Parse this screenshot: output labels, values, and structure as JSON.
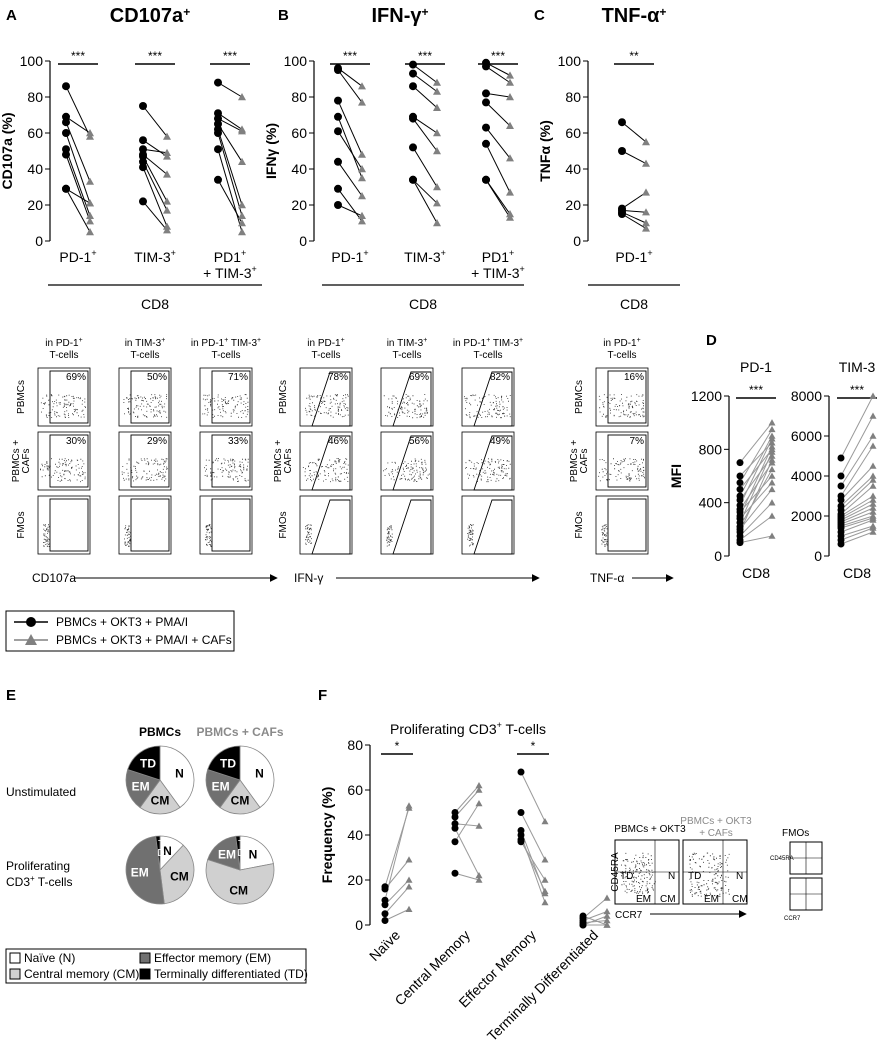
{
  "colors": {
    "baseline": "#000000",
    "caf": "#808080",
    "n": "#ffffff",
    "cm": "#d0d0d0",
    "em": "#707070",
    "td": "#000000",
    "caf_text": "#8a8a8a"
  },
  "panels": {
    "A": "A",
    "B": "B",
    "C": "C",
    "D": "D",
    "E": "E",
    "F": "F"
  },
  "cd8": "CD8",
  "legend": {
    "baseline": "PBMCs + OKT3 + PMA/I",
    "caf": "PBMCs + OKT3 + PMA/I + CAFs"
  },
  "flow": {
    "row_labels": {
      "pbmcs": "PBMCs",
      "pbmcs_cafs_1": "PBMCs +",
      "pbmcs_cafs_2": "CAFs",
      "fmos": "FMOs"
    },
    "gate_headers": {
      "pd1": {
        "l1": "in PD-1",
        "l2": "T-cells"
      },
      "tim3": {
        "l1": "in TIM-3",
        "l2": "T-cells"
      },
      "double": {
        "l1": "in PD-1",
        "l1b": " TIM-3",
        "l2": "T-cells"
      }
    },
    "sup_plus": "+",
    "A": {
      "axis": "CD107a",
      "pcts": [
        [
          "69%",
          "30%"
        ],
        [
          "50%",
          "29%"
        ],
        [
          "71%",
          "33%"
        ]
      ]
    },
    "B": {
      "axis": "IFN-γ",
      "pcts": [
        [
          "78%",
          "46%"
        ],
        [
          "69%",
          "56%"
        ],
        [
          "82%",
          "49%"
        ]
      ]
    },
    "C": {
      "axis": "TNF-α",
      "pcts": [
        [
          "16%",
          "7%"
        ]
      ]
    }
  },
  "pies": {
    "col_baseline": "PBMCs",
    "col_caf": "PBMCs + CAFs",
    "row1": "Unstimulated",
    "row2_a": "Proliferating",
    "row2_b": "CD3",
    "row2_c": " T-cells",
    "sup_plus": "+",
    "seg_labels": {
      "N": "N",
      "CM": "CM",
      "EM": "EM",
      "TD": "TD",
      "TD_small_1": "T",
      "TD_small_2": "D"
    },
    "legend": {
      "N": "Naïve (N)",
      "CM": "Central memory (CM)",
      "EM": "Effector memory (EM)",
      "TD": "Terminally differentiated (TD)"
    }
  },
  "panelF_flow": {
    "title_left": "PBMCs + OKT3",
    "title_right_1": "PBMCs + OKT3",
    "title_right_2": "+ CAFs",
    "fmos": "FMOs",
    "y_axis": "CD45RA",
    "x_axis": "CCR7",
    "quad": {
      "TD": "TD",
      "N": "N",
      "EM": "EM",
      "CM": "CM"
    }
  },
  "chart_data": [
    {
      "type": "scatter",
      "panel": "A",
      "title": "CD107a",
      "title_sup": "+",
      "ylabel": "CD107a (%)",
      "ylim": [
        0,
        100
      ],
      "yticks": [
        0,
        20,
        40,
        60,
        80,
        100
      ],
      "group_label": "CD8",
      "groups": [
        {
          "l1": "PD-1",
          "l1_sup": "+",
          "l2": "",
          "l2_sup": "",
          "sig": "***",
          "pairs": [
            [
              86,
              58
            ],
            [
              69,
              60
            ],
            [
              66,
              33
            ],
            [
              60,
              21
            ],
            [
              51,
              14
            ],
            [
              48,
              11
            ],
            [
              29,
              5
            ],
            [
              29,
              21
            ]
          ]
        },
        {
          "l1": "TIM-3",
          "l1_sup": "+",
          "l2": "",
          "l2_sup": "",
          "sig": "***",
          "pairs": [
            [
              75,
              58
            ],
            [
              56,
              47
            ],
            [
              51,
              49
            ],
            [
              48,
              37
            ],
            [
              47,
              22
            ],
            [
              44,
              17
            ],
            [
              41,
              8
            ],
            [
              22,
              6
            ]
          ]
        },
        {
          "l1": "PD1",
          "l1_sup": "+",
          "l2": "+ TIM-3",
          "l2_sup": "+",
          "sig": "***",
          "pairs": [
            [
              88,
              80
            ],
            [
              71,
              62
            ],
            [
              68,
              61
            ],
            [
              65,
              44
            ],
            [
              62,
              20
            ],
            [
              60,
              14
            ],
            [
              51,
              5
            ],
            [
              34,
              10
            ]
          ]
        }
      ]
    },
    {
      "type": "scatter",
      "panel": "B",
      "title": "IFN-γ",
      "title_sup": "+",
      "ylabel": "IFNγ (%)",
      "ylim": [
        0,
        100
      ],
      "yticks": [
        0,
        20,
        40,
        60,
        80,
        100
      ],
      "group_label": "CD8",
      "groups": [
        {
          "l1": "PD-1",
          "l1_sup": "+",
          "l2": "",
          "l2_sup": "",
          "sig": "***",
          "pairs": [
            [
              96,
              86
            ],
            [
              95,
              77
            ],
            [
              78,
              48
            ],
            [
              69,
              35
            ],
            [
              61,
              40
            ],
            [
              44,
              25
            ],
            [
              29,
              11
            ],
            [
              20,
              14
            ]
          ]
        },
        {
          "l1": "TIM-3",
          "l1_sup": "+",
          "l2": "",
          "l2_sup": "",
          "sig": "***",
          "pairs": [
            [
              98,
              88
            ],
            [
              93,
              83
            ],
            [
              86,
              74
            ],
            [
              69,
              60
            ],
            [
              68,
              50
            ],
            [
              52,
              30
            ],
            [
              34,
              21
            ],
            [
              34,
              10
            ]
          ]
        },
        {
          "l1": "PD1",
          "l1_sup": "+",
          "l2": "+ TIM-3",
          "l2_sup": "+",
          "sig": "***",
          "pairs": [
            [
              99,
              92
            ],
            [
              97,
              88
            ],
            [
              82,
              80
            ],
            [
              77,
              64
            ],
            [
              63,
              46
            ],
            [
              54,
              27
            ],
            [
              34,
              15
            ],
            [
              34,
              13
            ]
          ]
        }
      ]
    },
    {
      "type": "scatter",
      "panel": "C",
      "title": "TNF-α",
      "title_sup": "+",
      "ylabel": "TNFα (%)",
      "ylim": [
        0,
        100
      ],
      "yticks": [
        0,
        20,
        40,
        60,
        80,
        100
      ],
      "group_label": "CD8",
      "groups": [
        {
          "l1": "PD-1",
          "l1_sup": "+",
          "l2": "",
          "l2_sup": "",
          "sig": "**",
          "pairs": [
            [
              66,
              55
            ],
            [
              50,
              43
            ],
            [
              18,
              27
            ],
            [
              17,
              16
            ],
            [
              16,
              10
            ],
            [
              15,
              7
            ]
          ]
        }
      ]
    },
    {
      "type": "scatter",
      "panel": "D",
      "title": "PD-1",
      "ylabel": "MFI",
      "ylim": [
        0,
        1200
      ],
      "yticks": [
        0,
        400,
        800,
        1200
      ],
      "group_label": "CD8",
      "sig": "***",
      "pairs": [
        [
          700,
          1000
        ],
        [
          600,
          850
        ],
        [
          550,
          950
        ],
        [
          500,
          800
        ],
        [
          450,
          900
        ],
        [
          420,
          750
        ],
        [
          380,
          880
        ],
        [
          350,
          700
        ],
        [
          330,
          600
        ],
        [
          300,
          820
        ],
        [
          280,
          550
        ],
        [
          250,
          780
        ],
        [
          220,
          650
        ],
        [
          200,
          500
        ],
        [
          180,
          720
        ],
        [
          150,
          400
        ],
        [
          120,
          300
        ],
        [
          100,
          150
        ]
      ]
    },
    {
      "type": "scatter",
      "panel": "D",
      "title": "TIM-3",
      "ylabel": "",
      "ylim": [
        0,
        8000
      ],
      "yticks": [
        0,
        2000,
        4000,
        6000,
        8000
      ],
      "group_label": "CD8",
      "sig": "***",
      "pairs": [
        [
          4900,
          8000
        ],
        [
          4000,
          7000
        ],
        [
          3500,
          6000
        ],
        [
          3000,
          5500
        ],
        [
          2800,
          4500
        ],
        [
          2500,
          4000
        ],
        [
          2300,
          3800
        ],
        [
          2100,
          3500
        ],
        [
          2000,
          3000
        ],
        [
          1900,
          2800
        ],
        [
          1800,
          2600
        ],
        [
          1700,
          2400
        ],
        [
          1600,
          2200
        ],
        [
          1500,
          2000
        ],
        [
          1400,
          1900
        ],
        [
          1200,
          1800
        ],
        [
          1000,
          1500
        ],
        [
          800,
          1400
        ],
        [
          600,
          1200
        ]
      ]
    },
    {
      "type": "pie",
      "panel": "E",
      "categories": [
        "N",
        "CM",
        "EM",
        "TD"
      ],
      "series": [
        {
          "name": "PBMCs",
          "row": "Unstimulated",
          "values": [
            40,
            20,
            20,
            20
          ]
        },
        {
          "name": "PBMCs + CAFs",
          "row": "Unstimulated",
          "values": [
            40,
            20,
            20,
            20
          ]
        },
        {
          "name": "PBMCs",
          "row": "Proliferating CD3+ T-cells",
          "values": [
            12,
            36,
            50,
            2
          ]
        },
        {
          "name": "PBMCs + CAFs",
          "row": "Proliferating CD3+ T-cells",
          "values": [
            22,
            58,
            18,
            2
          ]
        }
      ]
    },
    {
      "type": "scatter",
      "panel": "F",
      "title": "Proliferating CD3",
      "title_sup": "+",
      "title_tail": " T-cells",
      "ylabel": "Frequency (%)",
      "ylim": [
        0,
        80
      ],
      "yticks": [
        0,
        20,
        40,
        60,
        80
      ],
      "categories": [
        "Naïve",
        "Central Memory",
        "Effector Memory",
        "Terminally Differentiated"
      ],
      "sig": [
        "*",
        "",
        "*",
        ""
      ],
      "pairs": [
        [
          [
            17,
            52
          ],
          [
            16,
            29
          ],
          [
            11,
            53
          ],
          [
            9,
            20
          ],
          [
            5,
            17
          ],
          [
            2,
            7
          ]
        ],
        [
          [
            50,
            62
          ],
          [
            48,
            60
          ],
          [
            45,
            44
          ],
          [
            43,
            22
          ],
          [
            37,
            54
          ],
          [
            23,
            20
          ]
        ],
        [
          [
            68,
            46
          ],
          [
            50,
            29
          ],
          [
            42,
            14
          ],
          [
            40,
            10
          ],
          [
            38,
            15
          ],
          [
            37,
            20
          ]
        ],
        [
          [
            4,
            0
          ],
          [
            3,
            12
          ],
          [
            2,
            6
          ],
          [
            1,
            2
          ],
          [
            0,
            0
          ],
          [
            0,
            4
          ]
        ]
      ]
    }
  ]
}
